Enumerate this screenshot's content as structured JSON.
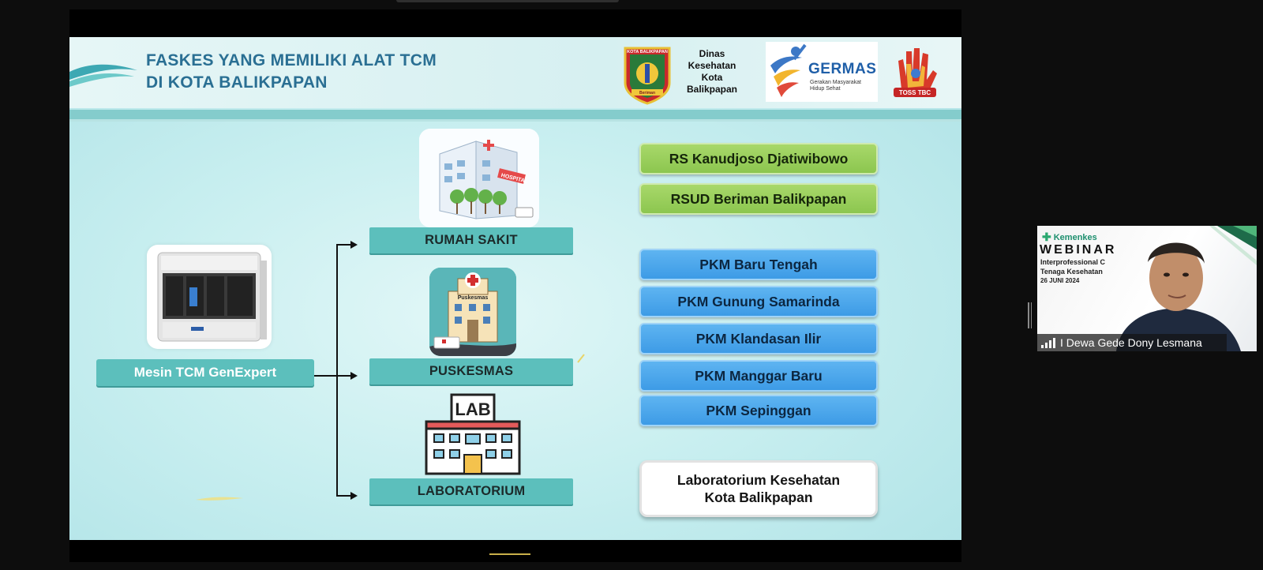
{
  "slide": {
    "title_line1": "FASKES YANG MEMILIKI ALAT TCM",
    "title_line2": "DI KOTA BALIKPAPAN",
    "emblem_text_top": "KOTA BALIKPAPAN",
    "emblem_text_bottom": "Beriman",
    "dinas_label": [
      "Dinas",
      "Kesehatan",
      "Kota",
      "Balikpapan"
    ],
    "germas_word": "GERMAS",
    "germas_sub": [
      "Gerakan Masyarakat",
      "Hidup Sehat"
    ],
    "toss_label": "TOSS TBC",
    "machine_label": "Mesin TCM GenExpert",
    "categories": [
      "RUMAH SAKIT",
      "PUSKESMAS",
      "LABORATORIUM"
    ],
    "hospital_sign": "HOSPITAL",
    "puskesmas_sign": "Puskesmas",
    "lab_sign": "LAB",
    "hospitals": [
      "RS Kanudjoso Djatiwibowo",
      "RSUD Beriman Balikpapan"
    ],
    "puskesmas": [
      "PKM Baru Tengah",
      "PKM Gunung Samarinda",
      "PKM Klandasan Ilir",
      "PKM Manggar Baru",
      "PKM Sepinggan"
    ],
    "laboratory_line1": "Laboratorium Kesehatan",
    "laboratory_line2": "Kota Balikpapan",
    "colors": {
      "title": "#2a6f93",
      "teal": "#5cbfbc",
      "green": "#8cc64f",
      "blue": "#3d9be6"
    }
  },
  "participant": {
    "brand": "Kemenkes",
    "webinar": "WEBINAR",
    "line1": "Interprofessional C",
    "line2": "Tenaga Kesehatan",
    "date": "26 JUNI 2024",
    "name": "I Dewa Gede Dony Lesmana"
  }
}
